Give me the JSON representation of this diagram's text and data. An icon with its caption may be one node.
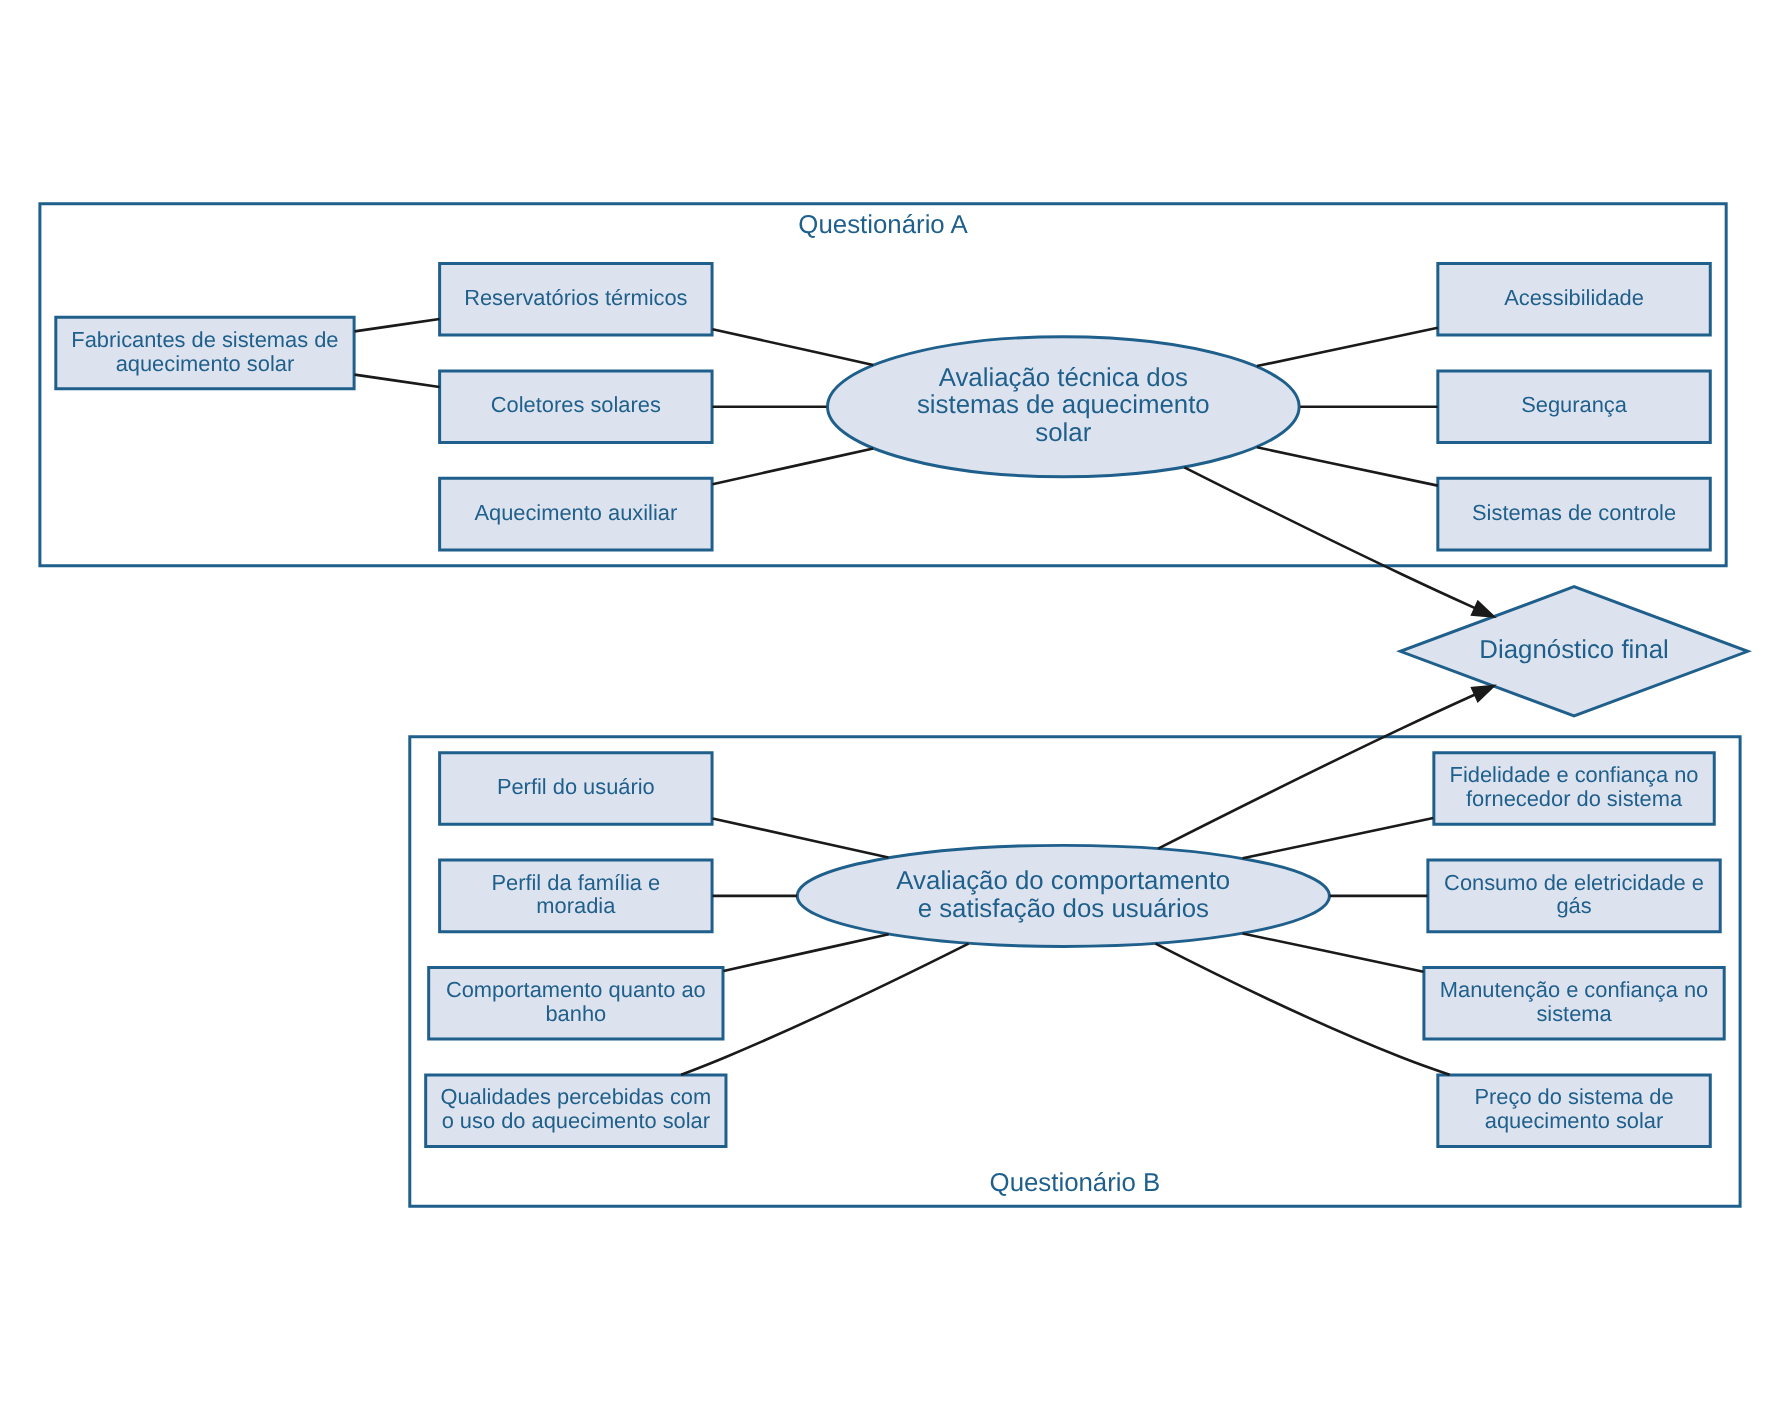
{
  "diagram": {
    "nodes": [
      {
        "text": [
          "Questionário A"
        ]
      },
      {
        "text": [
          "Fabricantes de sistemas de aquecimento solar"
        ],
        "in": 0
      },
      {
        "text": [
          "Coletores solares"
        ],
        "in": 0
      },
      {
        "text": [
          "Reservatórios térmicos"
        ],
        "in": 0
      },
      {
        "text": [
          "Aquecimento auxiliar"
        ],
        "in": 0
      },
      {
        "text": [
          "Avaliação técnica dos sistemas de aquecimento solar"
        ],
        "in": 0
      },
      {
        "text": [
          "Sistemas de controle"
        ],
        "in": 0
      },
      {
        "text": [
          "Segurança"
        ],
        "in": 0
      },
      {
        "text": [
          "Acessibilidade"
        ],
        "in": 0
      },
      {
        "text": [
          "Diagnóstico final"
        ]
      },
      {
        "text": [
          "Questionário B"
        ]
      },
      {
        "text": [
          "Perfil do usuário"
        ],
        "in": 10
      },
      {
        "text": [
          "Perfil da família e moradia"
        ],
        "in": 10
      },
      {
        "text": [
          "Comportamento quanto ao banho"
        ],
        "in": 10
      },
      {
        "text": [
          "Qualidades percebidas com o uso do aquecimento solar"
        ],
        "in": 10
      },
      {
        "text": [
          "Avaliação do comportamento e satisfação dos usuários"
        ],
        "in": 10
      },
      {
        "text": [
          "Preço do sistema de aquecimento solar"
        ],
        "in": 10
      },
      {
        "text": [
          "Manutenção e confiança no sistema"
        ],
        "in": 10
      },
      {
        "text": [
          "Consumo de eletricidade e gás"
        ],
        "in": 10
      },
      {
        "text": [
          "Fidelidade e confiança no fornecedor do sistema"
        ],
        "in": 10
      }
    ],
    "edges": [
      {
        "from": 1,
        "to": 2,
        "arrow": "none"
      },
      {
        "from": 1,
        "to": 3,
        "arrow": "none"
      },
      {
        "from": 2,
        "to": 5,
        "arrow": "none"
      },
      {
        "from": 3,
        "to": 5,
        "arrow": "none"
      },
      {
        "from": 4,
        "to": 5,
        "arrow": "none"
      },
      {
        "from": 5,
        "to": 6,
        "arrow": "none"
      },
      {
        "from": 5,
        "to": 7,
        "arrow": "none"
      },
      {
        "from": 5,
        "to": 8,
        "arrow": "none"
      },
      {
        "from": 5,
        "to": 9,
        "arrow": "to"
      },
      {
        "from": 15,
        "to": 9,
        "arrow": "to"
      },
      {
        "from": 11,
        "to": 15,
        "arrow": "none"
      },
      {
        "from": 12,
        "to": 15,
        "arrow": "none"
      },
      {
        "from": 13,
        "to": 15,
        "arrow": "none"
      },
      {
        "from": 14,
        "to": 15,
        "arrow": "none"
      },
      {
        "from": 15,
        "to": 16,
        "arrow": "none"
      },
      {
        "from": 15,
        "to": 17,
        "arrow": "none"
      },
      {
        "from": 15,
        "to": 18,
        "arrow": "none"
      },
      {
        "from": 15,
        "to": 19,
        "arrow": "none"
      }
    ]
  }
}
